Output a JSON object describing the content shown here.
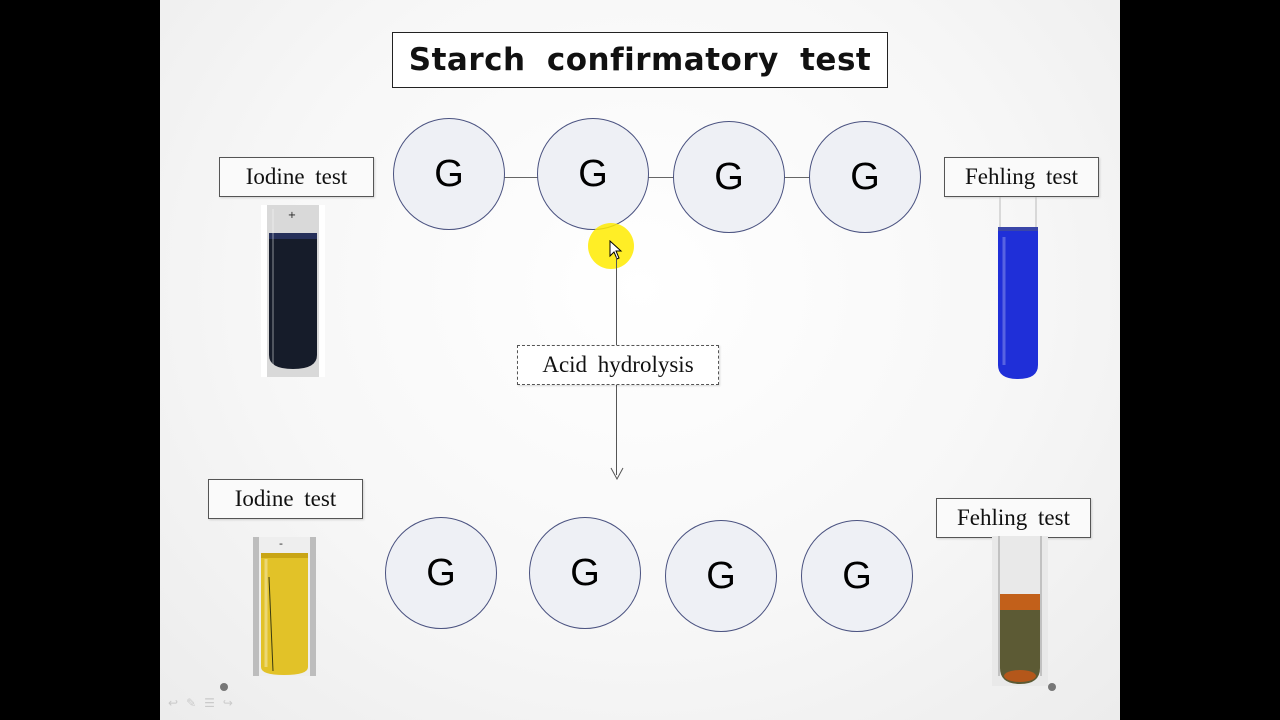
{
  "slide": {
    "title": "Starch confirmatory test",
    "top_left_label": "Iodine test",
    "top_right_label": "Fehling test",
    "bottom_left_label": "Iodine test",
    "bottom_right_label": "Fehling test",
    "process_label": "Acid hydrolysis",
    "top_chain": [
      "G",
      "G",
      "G",
      "G"
    ],
    "bottom_units": [
      "G",
      "G",
      "G",
      "G"
    ],
    "tube_signs": {
      "top_iodine": "+",
      "bottom_iodine": "-"
    }
  },
  "colors": {
    "iodine_positive": "#161c2a",
    "fehling_blue": "#1f2fd8",
    "iodine_negative": "#e2c228",
    "fehling_precipitate": "#c2601a",
    "circle_border": "#4a5280",
    "cursor_highlight": "#ffeb00"
  },
  "icons": [
    "mouse-pointer-icon",
    "undo-icon",
    "pen-icon",
    "menu-icon",
    "redo-icon"
  ]
}
